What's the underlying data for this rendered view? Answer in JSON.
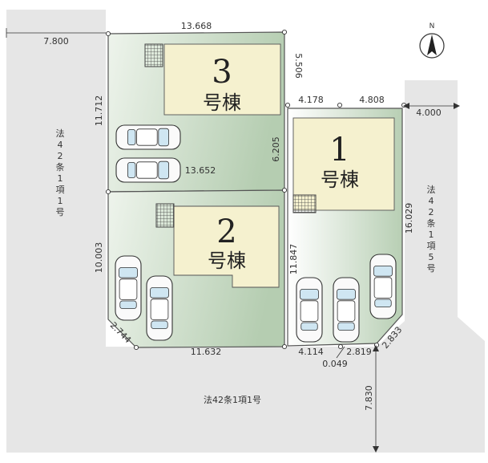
{
  "compass": {
    "label": "N"
  },
  "roads": {
    "left": {
      "label": "法42条1項1号",
      "width": "7.800"
    },
    "bottom": {
      "label": "法42条1項1号",
      "width": "7.830"
    },
    "right": {
      "label": "法42条1項5号",
      "width": "4.000"
    }
  },
  "lots": {
    "lot3": {
      "number": "3",
      "label": "号棟",
      "top": "13.668",
      "left": "11.712",
      "right": "5.506",
      "bottom": "13.652"
    },
    "lot2": {
      "number": "2",
      "label": "号棟",
      "left": "10.003",
      "corner": "2.744",
      "bottom": "11.632",
      "right": "11.847"
    },
    "lot1": {
      "number": "1",
      "label": "号棟",
      "top_a": "4.178",
      "top_b": "4.808",
      "left": "6.205",
      "right": "16.029",
      "corner": "2.833",
      "bottom_a": "4.114",
      "bottom_b": "2.819",
      "bottom_c": "0.049"
    }
  },
  "colors": {
    "road": "#e6e6e6",
    "lot_green": "#c4d8c0",
    "lot_green_light": "#eef4ec",
    "building": "#f5f1cf",
    "outline": "#555555"
  }
}
